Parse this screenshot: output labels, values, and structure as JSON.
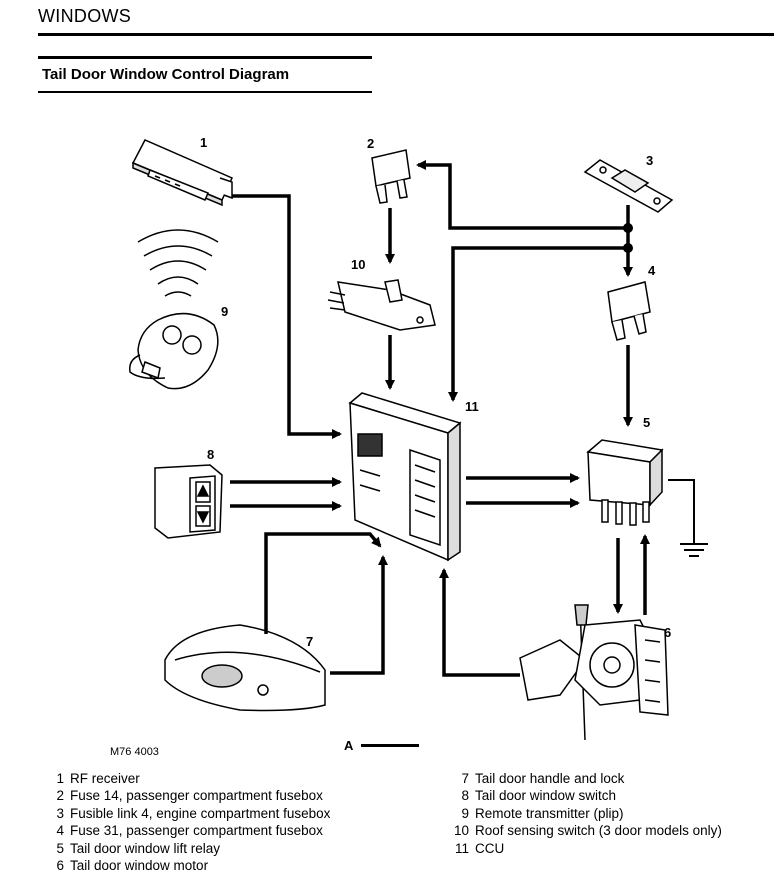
{
  "header": {
    "section": "WINDOWS",
    "title": "Tail Door Window Control Diagram"
  },
  "figure_code": "M76 4003",
  "marker_label": "A",
  "components": [
    {
      "number": "1",
      "label": "RF receiver"
    },
    {
      "number": "2",
      "label": "Fuse 14, passenger compartment fusebox"
    },
    {
      "number": "3",
      "label": "Fusible link 4, engine compartment fusebox"
    },
    {
      "number": "4",
      "label": "Fuse 31, passenger compartment fusebox"
    },
    {
      "number": "5",
      "label": "Tail door window lift relay"
    },
    {
      "number": "6",
      "label": "Tail door window motor"
    },
    {
      "number": "7",
      "label": "Tail door handle and lock"
    },
    {
      "number": "8",
      "label": "Tail door window switch"
    },
    {
      "number": "9",
      "label": "Remote transmitter (plip)"
    },
    {
      "number": "10",
      "label": "Roof sensing switch (3 door models only)"
    },
    {
      "number": "11",
      "label": "CCU"
    }
  ]
}
